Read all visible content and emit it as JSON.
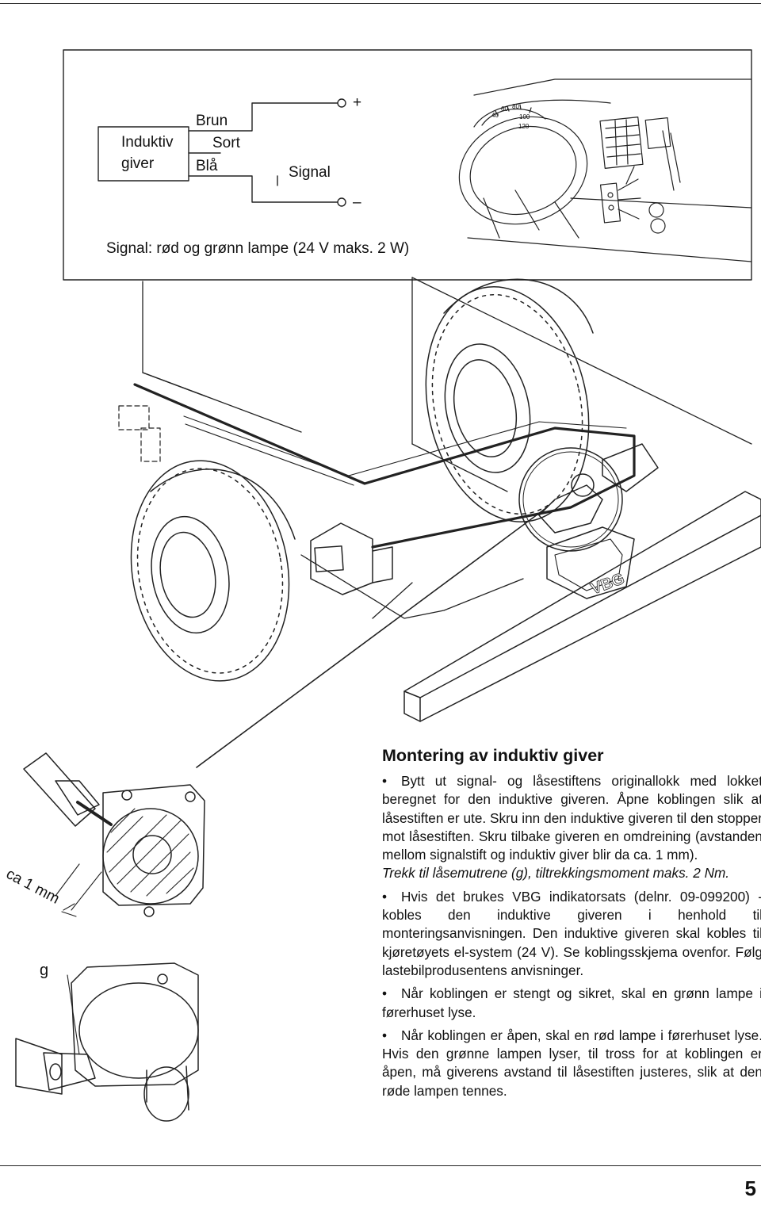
{
  "wiring_diagram": {
    "sensor_label_line1": "Induktiv",
    "sensor_label_line2": "giver",
    "wire_brown": "Brun",
    "wire_black": "Sort",
    "wire_blue": "Blå",
    "signal_label": "Signal",
    "plus_terminal": "+",
    "minus_terminal": "–",
    "caption": "Signal: rød og grønn lampe (24 V maks. 2 W)"
  },
  "dashboard": {
    "speedometer_ticks": [
      "40",
      "60",
      "80",
      "100",
      "120"
    ]
  },
  "truck_illustration": {
    "coupling_brand": "VBG"
  },
  "detail_drawing": {
    "gap_label": "ca 1 mm",
    "nut_label": "g"
  },
  "instructions": {
    "heading": "Montering av induktiv giver",
    "bullet1": "Bytt ut signal- og låsestiftens originallokk med lokket beregnet for den induktive giveren. Åpne koblingen slik at låsestiften er ute. Skru inn den induktive giveren til den stopper mot låsestiften. Skru tilbake giveren en omdreining (avstanden mellom signalstift og induktiv giver blir da ca. 1 mm).",
    "torque_note": "Trekk til låsemutrene (g), tiltrekkingsmoment maks. 2 Nm.",
    "bullet2": "Hvis det brukes VBG indikatorsats (delnr. 09-099200) - kobles den induktive giveren i henhold til monteringsanvisningen. Den induktive giveren skal kobles til kjøretøyets el-system (24 V). Se koblingsskjema ovenfor. Følg lastebilprodusentens anvisninger.",
    "bullet3": "Når koblingen er stengt og sikret, skal en grønn lampe i førerhuset lyse.",
    "bullet4": "Når koblingen er åpen, skal en rød lampe i førerhuset lyse. Hvis den grønne lampen lyser, til tross for at koblingen er åpen, må giverens avstand til låsestiften justeres, slik at den røde lampen tennes."
  },
  "page_number": "5"
}
